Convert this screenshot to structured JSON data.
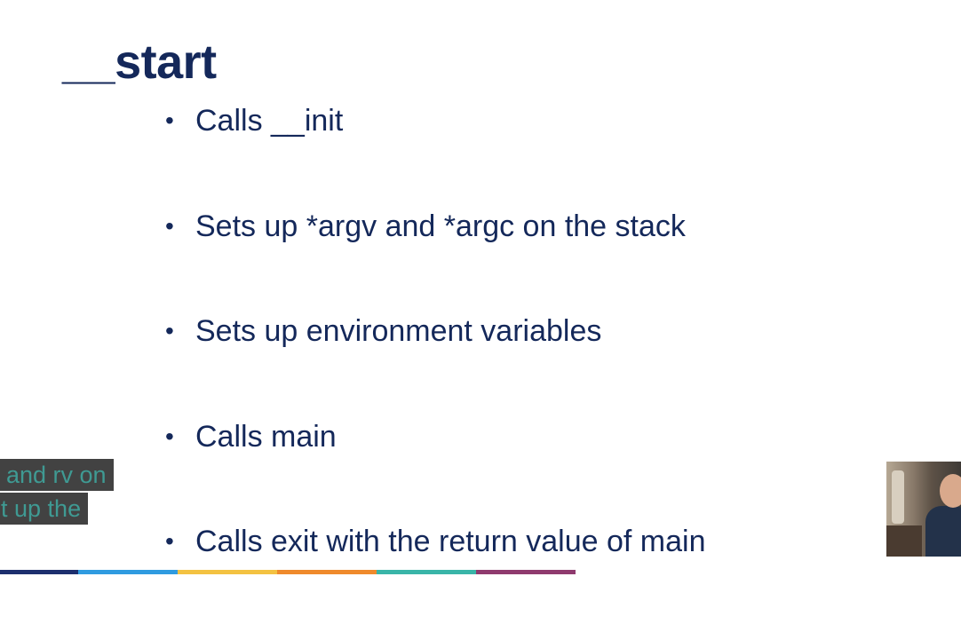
{
  "slide": {
    "title": "__start",
    "bullets": [
      "Calls __init",
      "Sets up *argv and *argc on the stack",
      "Sets up environment variables",
      "Calls main",
      "Calls exit with the return value of main"
    ],
    "bullet_glyph": "•"
  },
  "captions": [
    "c and rv on",
    "et up the"
  ],
  "colors": {
    "title": "#14285a",
    "text": "#14285a",
    "caption_text": "#3f9a93",
    "caption_bg": "#232323",
    "bar_segments": [
      "#1d2f6e",
      "#2f9be0",
      "#f3c242",
      "#ef8a2c",
      "#39b5a8",
      "#8f3a6e"
    ]
  }
}
